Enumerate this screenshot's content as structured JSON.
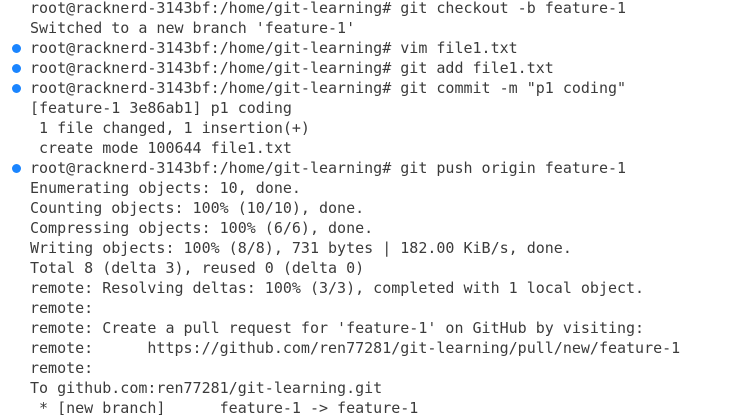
{
  "terminal": {
    "marker_color": "#1a85ff",
    "lines": [
      {
        "text": "root@racknerd-3143bf:/home/git-learning# git checkout -b feature-1",
        "marker": false
      },
      {
        "text": "Switched to a new branch 'feature-1'",
        "marker": false
      },
      {
        "text": "root@racknerd-3143bf:/home/git-learning# vim file1.txt",
        "marker": true
      },
      {
        "text": "root@racknerd-3143bf:/home/git-learning# git add file1.txt",
        "marker": true
      },
      {
        "text": "root@racknerd-3143bf:/home/git-learning# git commit -m \"p1 coding\"",
        "marker": true
      },
      {
        "text": "[feature-1 3e86ab1] p1 coding",
        "marker": false
      },
      {
        "text": " 1 file changed, 1 insertion(+)",
        "marker": false
      },
      {
        "text": " create mode 100644 file1.txt",
        "marker": false
      },
      {
        "text": "root@racknerd-3143bf:/home/git-learning# git push origin feature-1",
        "marker": true
      },
      {
        "text": "Enumerating objects: 10, done.",
        "marker": false
      },
      {
        "text": "Counting objects: 100% (10/10), done.",
        "marker": false
      },
      {
        "text": "Compressing objects: 100% (6/6), done.",
        "marker": false
      },
      {
        "text": "Writing objects: 100% (8/8), 731 bytes | 182.00 KiB/s, done.",
        "marker": false
      },
      {
        "text": "Total 8 (delta 3), reused 0 (delta 0)",
        "marker": false
      },
      {
        "text": "remote: Resolving deltas: 100% (3/3), completed with 1 local object.",
        "marker": false
      },
      {
        "text": "remote:",
        "marker": false
      },
      {
        "text": "remote: Create a pull request for 'feature-1' on GitHub by visiting:",
        "marker": false
      },
      {
        "text": "remote:      https://github.com/ren77281/git-learning/pull/new/feature-1",
        "marker": false
      },
      {
        "text": "remote:",
        "marker": false
      },
      {
        "text": "To github.com:ren77281/git-learning.git",
        "marker": false
      },
      {
        "text": " * [new branch]      feature-1 -> feature-1",
        "marker": false
      }
    ]
  }
}
